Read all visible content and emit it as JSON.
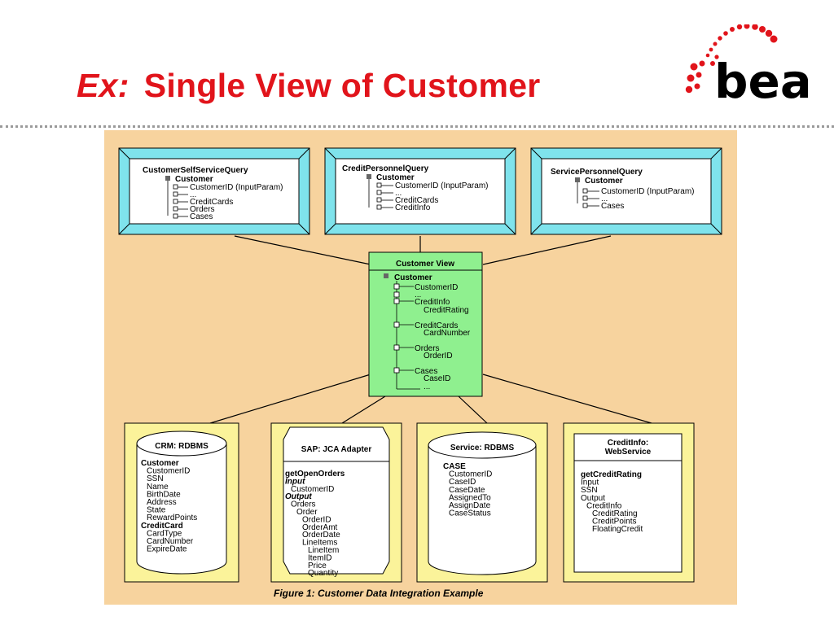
{
  "slide": {
    "title_prefix": "Ex:",
    "title_main": "Single View of Customer",
    "logo_text": "bea"
  },
  "queries": [
    {
      "title": "CustomerSelfServiceQuery",
      "root": "Customer",
      "items": [
        "CustomerID (InputParam)",
        "...",
        "CreditCards",
        "Orders",
        "Cases"
      ]
    },
    {
      "title": "CreditPersonnelQuery",
      "root": "Customer",
      "items": [
        "CustomerID (InputParam)",
        "...",
        "CreditCards",
        "CreditInfo"
      ]
    },
    {
      "title": "ServicePersonnelQuery",
      "root": "Customer",
      "items": [
        "CustomerID (InputParam)",
        "...",
        "Cases"
      ]
    }
  ],
  "customer_view": {
    "title": "Customer View",
    "root": "Customer",
    "items": [
      {
        "label": "CustomerID",
        "sub": []
      },
      {
        "label": "...",
        "sub": []
      },
      {
        "label": "CreditInfo",
        "sub": [
          "CreditRating"
        ]
      },
      {
        "label": "CreditCards",
        "sub": [
          "CardNumber"
        ]
      },
      {
        "label": "Orders",
        "sub": [
          "OrderID"
        ]
      },
      {
        "label": "Cases",
        "sub": [
          "CaseID",
          "..."
        ]
      }
    ]
  },
  "sources": [
    {
      "title": "CRM: RDBMS",
      "lines": [
        {
          "t": "Customer",
          "b": true,
          "i": false,
          "lvl": 0
        },
        {
          "t": "CustomerID",
          "b": false,
          "i": false,
          "lvl": 1
        },
        {
          "t": "SSN",
          "b": false,
          "i": false,
          "lvl": 1
        },
        {
          "t": "Name",
          "b": false,
          "i": false,
          "lvl": 1
        },
        {
          "t": "BirthDate",
          "b": false,
          "i": false,
          "lvl": 1
        },
        {
          "t": "Address",
          "b": false,
          "i": false,
          "lvl": 1
        },
        {
          "t": "State",
          "b": false,
          "i": false,
          "lvl": 1
        },
        {
          "t": "RewardPoints",
          "b": false,
          "i": false,
          "lvl": 1
        },
        {
          "t": "CreditCard",
          "b": true,
          "i": false,
          "lvl": 0
        },
        {
          "t": "CardType",
          "b": false,
          "i": false,
          "lvl": 1
        },
        {
          "t": "CardNumber",
          "b": false,
          "i": false,
          "lvl": 1
        },
        {
          "t": "ExpireDate",
          "b": false,
          "i": false,
          "lvl": 1
        }
      ]
    },
    {
      "title": "SAP: JCA Adapter",
      "lines": [
        {
          "t": "getOpenOrders",
          "b": true,
          "i": false,
          "lvl": 0
        },
        {
          "t": "Input",
          "b": true,
          "i": true,
          "lvl": 0
        },
        {
          "t": "CustomerID",
          "b": false,
          "i": false,
          "lvl": 1
        },
        {
          "t": "Output",
          "b": true,
          "i": true,
          "lvl": 0
        },
        {
          "t": "Orders",
          "b": false,
          "i": false,
          "lvl": 1
        },
        {
          "t": "Order",
          "b": false,
          "i": false,
          "lvl": 2
        },
        {
          "t": "OrderID",
          "b": false,
          "i": false,
          "lvl": 3
        },
        {
          "t": "OrderAmt",
          "b": false,
          "i": false,
          "lvl": 3
        },
        {
          "t": "OrderDate",
          "b": false,
          "i": false,
          "lvl": 3
        },
        {
          "t": "LineItems",
          "b": false,
          "i": false,
          "lvl": 3
        },
        {
          "t": "LineItem",
          "b": false,
          "i": false,
          "lvl": 4
        },
        {
          "t": "ItemID",
          "b": false,
          "i": false,
          "lvl": 4
        },
        {
          "t": "Price",
          "b": false,
          "i": false,
          "lvl": 4
        },
        {
          "t": "Quantity",
          "b": false,
          "i": false,
          "lvl": 4
        }
      ]
    },
    {
      "title": "Service: RDBMS",
      "lines": [
        {
          "t": "CASE",
          "b": true,
          "i": false,
          "lvl": 0
        },
        {
          "t": "CustomerID",
          "b": false,
          "i": false,
          "lvl": 1
        },
        {
          "t": "CaseID",
          "b": false,
          "i": false,
          "lvl": 1
        },
        {
          "t": "CaseDate",
          "b": false,
          "i": false,
          "lvl": 1
        },
        {
          "t": "AssignedTo",
          "b": false,
          "i": false,
          "lvl": 1
        },
        {
          "t": "AssignDate",
          "b": false,
          "i": false,
          "lvl": 1
        },
        {
          "t": "CaseStatus",
          "b": false,
          "i": false,
          "lvl": 1
        }
      ]
    },
    {
      "title": "CreditInfo:",
      "title2": "WebService",
      "lines": [
        {
          "t": "getCreditRating",
          "b": true,
          "i": false,
          "lvl": 0
        },
        {
          "t": "Input",
          "b": false,
          "i": false,
          "lvl": 0
        },
        {
          "t": "SSN",
          "b": false,
          "i": false,
          "lvl": 0
        },
        {
          "t": "Output",
          "b": false,
          "i": false,
          "lvl": 0
        },
        {
          "t": "CreditInfo",
          "b": false,
          "i": false,
          "lvl": 1
        },
        {
          "t": "CreditRating",
          "b": false,
          "i": false,
          "lvl": 2
        },
        {
          "t": "CreditPoints",
          "b": false,
          "i": false,
          "lvl": 2
        },
        {
          "t": "FloatingCredit",
          "b": false,
          "i": false,
          "lvl": 2
        }
      ]
    }
  ],
  "caption": "Figure 1: Customer Data Integration Example",
  "colors": {
    "title": "#e1141b",
    "panel": "#f7d39e",
    "query_frame": "#7fe3ec",
    "view_fill": "#8ff08f",
    "source_fill": "#fbf39a"
  }
}
